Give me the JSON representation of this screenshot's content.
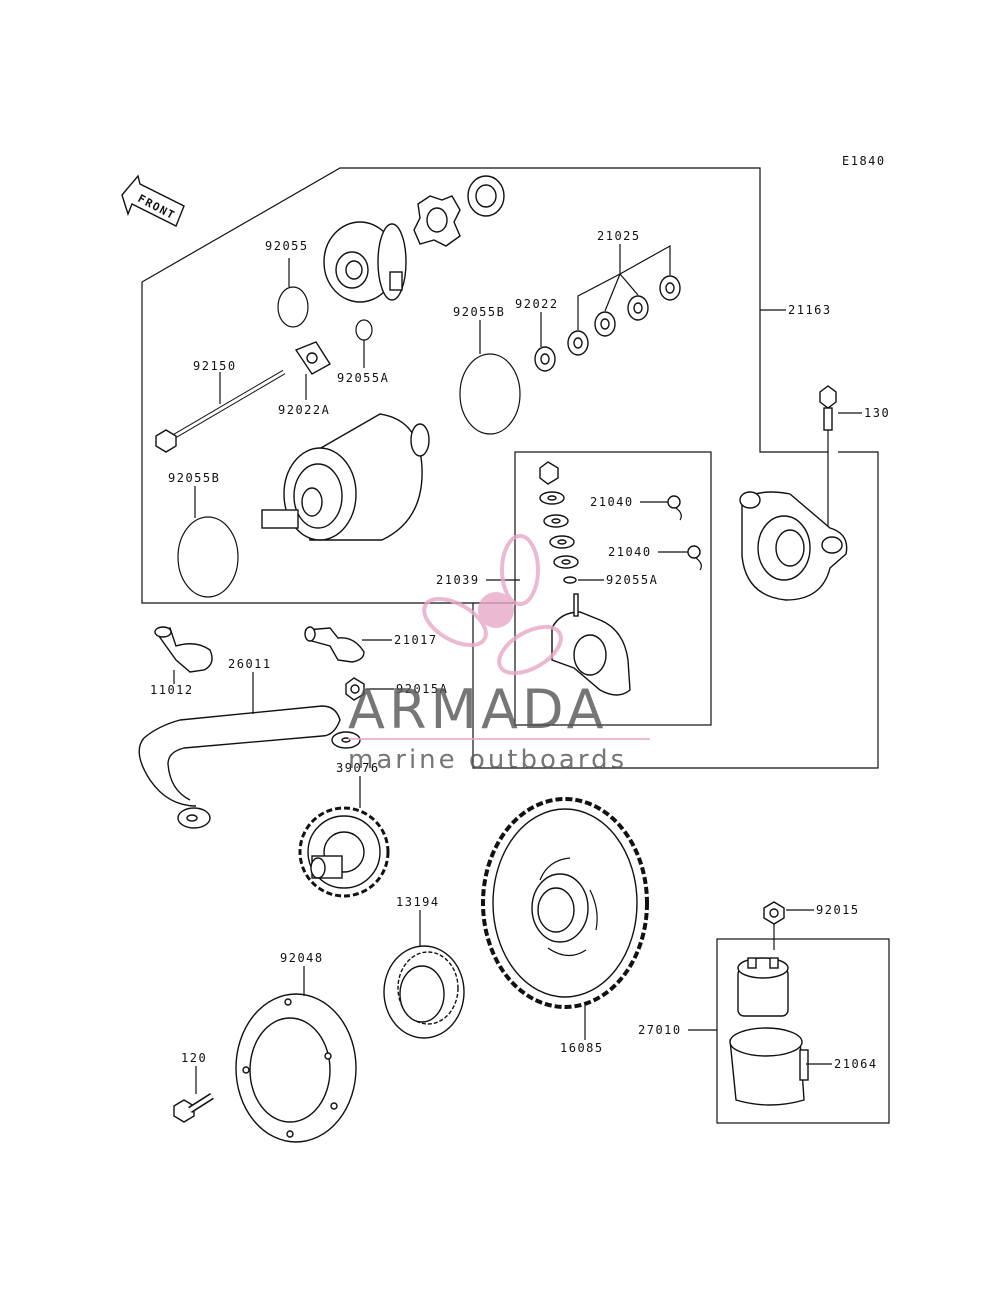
{
  "diagram_code": "E1840",
  "front_label": "FRONT",
  "watermark": {
    "brand": "ARMADA",
    "tagline": "marine outboards",
    "color_logo": "#e8a8c8",
    "color_text": "#555555"
  },
  "labels": {
    "p92055": "92055",
    "p92055A_top": "92055A",
    "p92150": "92150",
    "p92022A": "92022A",
    "p92055B_left": "92055B",
    "p92055B_mid": "92055B",
    "p92022": "92022",
    "p21025": "21025",
    "p21163": "21163",
    "p130": "130",
    "p21040_a": "21040",
    "p21040_b": "21040",
    "p21039": "21039",
    "p92055A_mid": "92055A",
    "p21017": "21017",
    "p11012": "11012",
    "p26011": "26011",
    "p92015A": "92015A",
    "p39076": "39076",
    "p13194": "13194",
    "p92048": "92048",
    "p120": "120",
    "p16085": "16085",
    "p92015": "92015",
    "p27010": "27010",
    "p21064": "21064"
  }
}
